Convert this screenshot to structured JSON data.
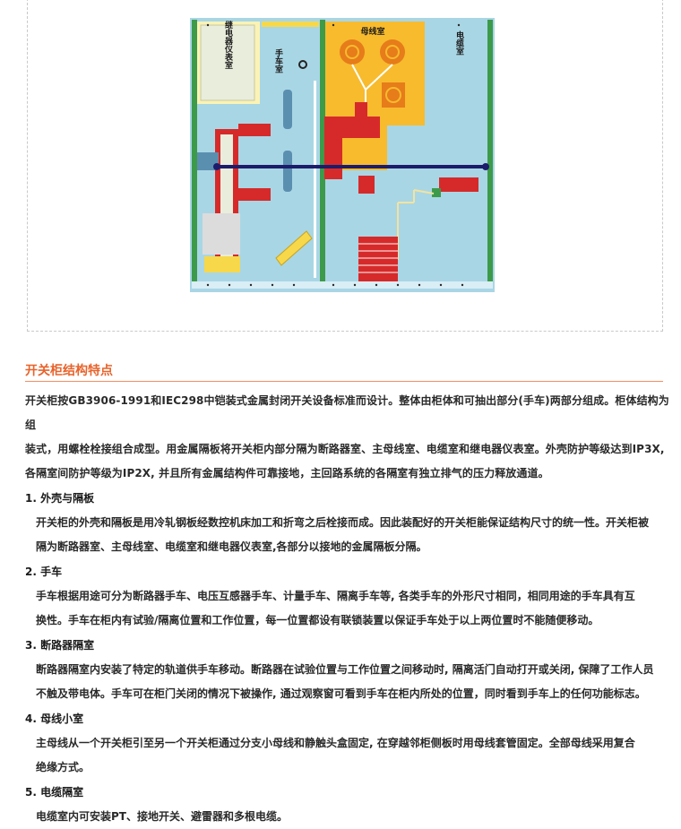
{
  "diagram": {
    "labels": {
      "relay_room": "继电器仪表室",
      "cart_room": "手车室",
      "busbar_room": "母线室",
      "cable_room": "电缆室"
    },
    "colors": {
      "frame": "#3d9a4a",
      "panel_blue": "#a9d6e5",
      "relay_yellow": "#fbf3b5",
      "busbar_orange": "#f7bb2d",
      "red_parts": "#d62a2a",
      "shaft": "#1c1c6b"
    }
  },
  "section": {
    "title": "开关柜结构特点"
  },
  "intro": [
    "开关柜按GB3906-1991和IEC298中铠装式金属封闭开关设备标准而设计。整体由柜体和可抽出部分(手车)两部分组成。柜体结构为组",
    "装式，用螺栓栓接组合成型。用金属隔板将开关柜内部分隔为断路器室、主母线室、电缆室和继电器仪表室。外壳防护等级达到IP3X,",
    "各隔室间防护等级为IP2X, 并且所有金属结构件可靠接地，主回路系统的各隔室有独立排气的压力释放通道。"
  ],
  "items": [
    {
      "heading": "1. 外壳与隔板",
      "lines": [
        "开关柜的外壳和隔板是用冷轧钢板经数控机床加工和折弯之后栓接而成。因此装配好的开关柜能保证结构尺寸的统一性。开关柜被",
        "隔为断路器室、主母线室、电缆室和继电器仪表室,各部分以接地的金属隔板分隔。"
      ]
    },
    {
      "heading": "2. 手车",
      "lines": [
        "手车根据用途可分为断路器手车、电压互感器手车、计量手车、隔离手车等, 各类手车的外形尺寸相同，相同用途的手车具有互",
        "换性。手车在柜内有试验/隔离位置和工作位置，每一位置都设有联锁装置以保证手车处于以上两位置时不能随便移动。"
      ]
    },
    {
      "heading": "3. 断路器隔室",
      "lines": [
        "断路器隔室内安装了特定的轨道供手车移动。断路器在试验位置与工作位置之间移动时, 隔离活门自动打开或关闭, 保障了工作人员",
        "不触及带电体。手车可在柜门关闭的情况下被操作, 通过观察窗可看到手车在柜内所处的位置，同时看到手车上的任何功能标志。"
      ]
    },
    {
      "heading": "4. 母线小室",
      "lines": [
        "主母线从一个开关柜引至另一个开关柜通过分支小母线和静触头盒固定, 在穿越邻柜侧板时用母线套管固定。全部母线采用复合",
        "绝缘方式。"
      ]
    },
    {
      "heading": "5. 电缆隔室",
      "lines": [
        "电缆室内可安装PT、接地开关、避雷器和多根电缆。"
      ]
    }
  ]
}
